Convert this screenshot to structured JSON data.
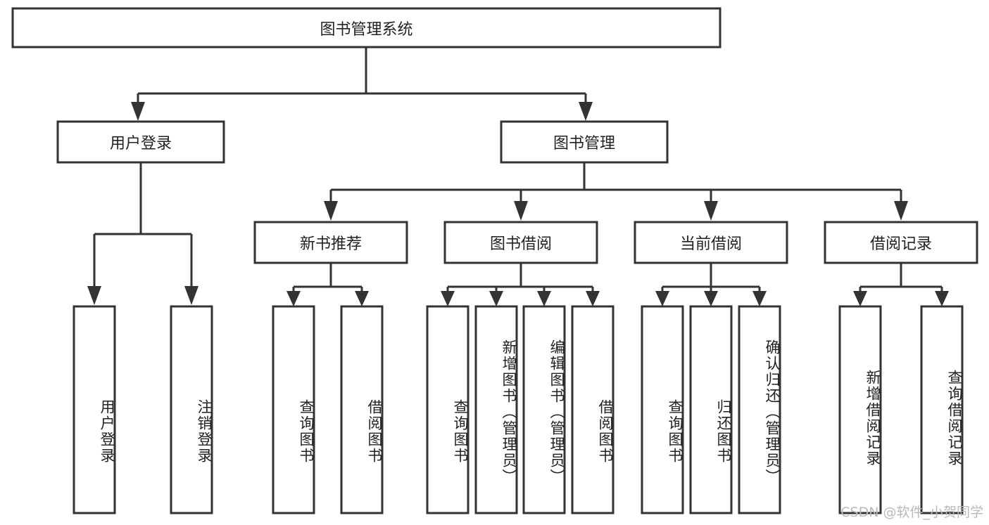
{
  "diagram": {
    "type": "tree",
    "title": "图书管理系统",
    "orientation": "top-down",
    "background_color": "#ffffff",
    "box_stroke_color": "#333333",
    "box_fill_color": "#ffffff",
    "text_color": "#222222",
    "watermark": "CSDN @软件_小贺同学",
    "watermark_color": "#b9b9b9"
  },
  "nodes": {
    "root": {
      "label": "图书管理系统",
      "level": 1,
      "orientation": "horizontal"
    },
    "level2": [
      {
        "id": "user-login",
        "label": "用户登录",
        "orientation": "horizontal"
      },
      {
        "id": "book-manage",
        "label": "图书管理",
        "orientation": "horizontal"
      }
    ],
    "level3": [
      {
        "id": "new-book-recommend",
        "label": "新书推荐",
        "orientation": "horizontal",
        "parent": "book-manage"
      },
      {
        "id": "book-borrow",
        "label": "图书借阅",
        "orientation": "horizontal",
        "parent": "book-manage"
      },
      {
        "id": "current-borrow",
        "label": "当前借阅",
        "orientation": "horizontal",
        "parent": "book-manage"
      },
      {
        "id": "borrow-record",
        "label": "借阅记录",
        "orientation": "horizontal",
        "parent": "book-manage"
      }
    ],
    "leaves": [
      {
        "id": "leaf-user-login",
        "label": "用户登录",
        "parent": "user-login",
        "orientation": "vertical"
      },
      {
        "id": "leaf-user-logout",
        "label": "注销登录",
        "parent": "user-login",
        "orientation": "vertical"
      },
      {
        "id": "leaf-query-book-1",
        "label": "查询图书",
        "parent": "new-book-recommend",
        "orientation": "vertical"
      },
      {
        "id": "leaf-borrow-book-1",
        "label": "借阅图书",
        "parent": "new-book-recommend",
        "orientation": "vertical"
      },
      {
        "id": "leaf-query-book-2",
        "label": "查询图书",
        "parent": "book-borrow",
        "orientation": "vertical"
      },
      {
        "id": "leaf-add-book",
        "label": "新增图书（管理员）",
        "parent": "book-borrow",
        "orientation": "vertical"
      },
      {
        "id": "leaf-edit-book",
        "label": "编辑图书（管理员）",
        "parent": "book-borrow",
        "orientation": "vertical"
      },
      {
        "id": "leaf-borrow-book-2",
        "label": "借阅图书",
        "parent": "book-borrow",
        "orientation": "vertical"
      },
      {
        "id": "leaf-query-book-3",
        "label": "查询图书",
        "parent": "current-borrow",
        "orientation": "vertical"
      },
      {
        "id": "leaf-return-book",
        "label": "归还图书",
        "parent": "current-borrow",
        "orientation": "vertical"
      },
      {
        "id": "leaf-confirm-return",
        "label": "确认归还（管理员）",
        "parent": "current-borrow",
        "orientation": "vertical"
      },
      {
        "id": "leaf-add-record",
        "label": "新增借阅记录",
        "parent": "borrow-record",
        "orientation": "vertical"
      },
      {
        "id": "leaf-query-record",
        "label": "查询借阅记录",
        "parent": "borrow-record",
        "orientation": "vertical"
      }
    ]
  }
}
